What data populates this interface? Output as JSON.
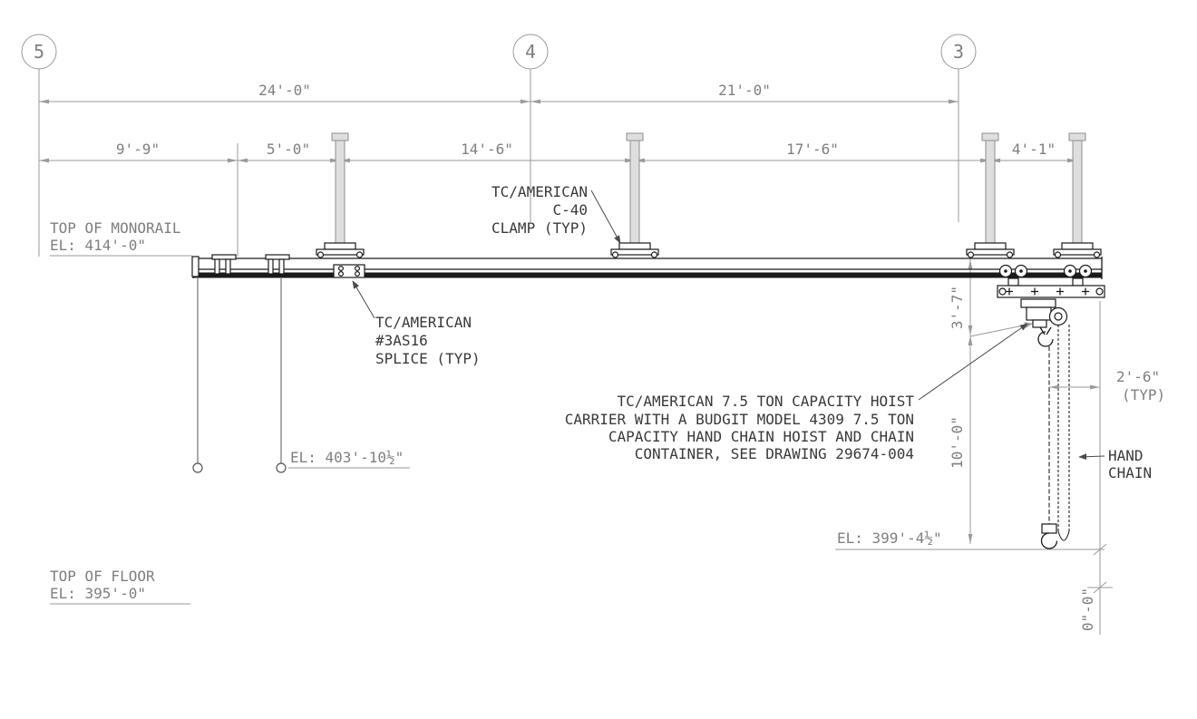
{
  "drawing": {
    "grid": {
      "bubble_5": "5",
      "bubble_4": "4",
      "bubble_3": "3"
    },
    "dims": {
      "span_5_4": "24'-0\"",
      "span_4_3": "21'-0\"",
      "d_9_9": "9'-9\"",
      "d_5_0": "5'-0\"",
      "d_14_6": "14'-6\"",
      "d_17_6": "17'-6\"",
      "d_4_1": "4'-1\"",
      "d_2_6": "2'-6\"",
      "d_2_6_typ": "(TYP)",
      "d_3_7": "3'-7\"",
      "d_10_0": "10'-0\"",
      "d_0_0": "0\"-0\""
    },
    "labels": {
      "monorail_line1": "TOP OF MONORAIL",
      "monorail_line2": "EL: 414'-0\"",
      "clamp_line1": "TC/AMERICAN",
      "clamp_line2": "C-40",
      "clamp_line3": "CLAMP (TYP)",
      "splice_line1": "TC/AMERICAN",
      "splice_line2": "#3AS16",
      "splice_line3": "SPLICE (TYP)",
      "el_403": "EL: 403'-10½\"",
      "hoist_note_line1": "TC/AMERICAN 7.5 TON CAPACITY HOIST",
      "hoist_note_line2": "CARRIER WITH A BUDGIT MODEL 4309 7.5 TON",
      "hoist_note_line3": "CAPACITY HAND CHAIN HOIST AND CHAIN",
      "hoist_note_line4": "CONTAINER, SEE DRAWING 29674-004",
      "hand_chain_line1": "HAND",
      "hand_chain_line2": "CHAIN",
      "el_399": "EL: 399'-4½\"",
      "floor_line1": "TOP OF FLOOR",
      "floor_line2": "EL: 395'-0\""
    },
    "colors": {
      "dim": "#9a9a9a",
      "dim_text": "#7f7f7f",
      "geometry": "#1a1a1a",
      "note_text": "#3a3a3a"
    }
  }
}
